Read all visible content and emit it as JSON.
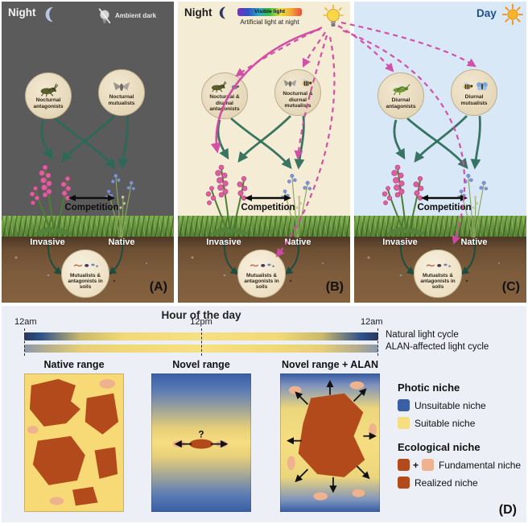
{
  "colors": {
    "panel_a_bg": "#5b5b5b",
    "panel_b_bg": "#f4ecd4",
    "panel_c_bg": "#d9e8f6",
    "panel_d_bg": "#edeff6",
    "alan_arrow_pink": "#d149a5",
    "interaction_teal": "#2a6b58",
    "unsuitable_blue": "#3a5fa5",
    "suitable_yellow": "#f6dd80",
    "fundamental_dark_orange": "#b34a1c",
    "fundamental_light_orange": "#efb28f"
  },
  "panels": {
    "a": {
      "letter": "(A)",
      "time": "Night",
      "ambient": "Ambient dark",
      "antagonists": "Nocturnal antagonists",
      "mutualists": "Nocturnal mutualists",
      "competition": "Competition",
      "invasive": "Invasive",
      "native": "Native",
      "soil": "Mutualists & antagonists in soils"
    },
    "b": {
      "letter": "(B)",
      "time": "Night",
      "visible_light": "Visible light",
      "alan": "Artificial light at night",
      "antagonists": "Nocturnal & diurnal antagonists",
      "mutualists": "Nocturnal & diurnal mutualists",
      "competition": "Competition",
      "invasive": "Invasive",
      "native": "Native",
      "soil": "Mutualists & antagonists in soils"
    },
    "c": {
      "letter": "(C)",
      "time": "Day",
      "antagonists": "Diurnal antagonists",
      "mutualists": "Diurnal mutualists",
      "competition": "Competition",
      "invasive": "Invasive",
      "native": "Native",
      "soil": "Mutualists & antagonists in soils"
    }
  },
  "panel_d": {
    "letter": "(D)",
    "title": "Hour of the day",
    "ticks": [
      "12am",
      "12pm",
      "12am"
    ],
    "cycle_labels": [
      "Natural light cycle",
      "ALAN-affected light cycle"
    ],
    "ranges": [
      "Native range",
      "Novel range",
      "Novel range + ALAN"
    ],
    "question_mark": "?",
    "legend": {
      "photic_title": "Photic niche",
      "unsuitable": "Unsuitable niche",
      "suitable": "Suitable niche",
      "ecological_title": "Ecological niche",
      "plus": "+",
      "fundamental": "Fundamental niche",
      "realized": "Realized niche"
    }
  }
}
